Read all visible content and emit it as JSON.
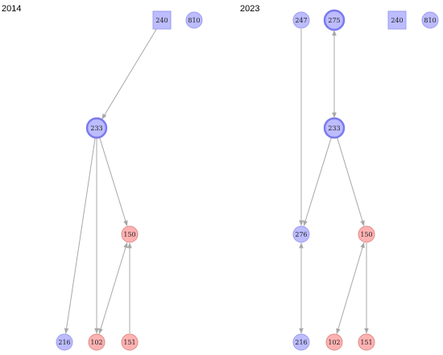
{
  "panels": [
    {
      "id": "panel-2014",
      "title": "2014",
      "nodes": [
        {
          "id": "240",
          "label": "240",
          "shape": "square",
          "color": "blue",
          "emphasis": false
        },
        {
          "id": "810",
          "label": "810",
          "shape": "circle",
          "color": "blue",
          "emphasis": false
        },
        {
          "id": "233",
          "label": "233",
          "shape": "circle",
          "color": "blue",
          "emphasis": true
        },
        {
          "id": "150",
          "label": "150",
          "shape": "circle",
          "color": "red",
          "emphasis": false
        },
        {
          "id": "216",
          "label": "216",
          "shape": "circle",
          "color": "blue",
          "emphasis": false
        },
        {
          "id": "102",
          "label": "102",
          "shape": "circle",
          "color": "red",
          "emphasis": false
        },
        {
          "id": "151",
          "label": "151",
          "shape": "circle",
          "color": "red",
          "emphasis": false
        }
      ],
      "edges": [
        {
          "from": "240",
          "to": "233",
          "arrowStart": false,
          "arrowEnd": true
        },
        {
          "from": "233",
          "to": "216",
          "arrowStart": false,
          "arrowEnd": true
        },
        {
          "from": "233",
          "to": "102",
          "arrowStart": false,
          "arrowEnd": true
        },
        {
          "from": "233",
          "to": "150",
          "arrowStart": false,
          "arrowEnd": true
        },
        {
          "from": "102",
          "to": "150",
          "arrowStart": true,
          "arrowEnd": true
        },
        {
          "from": "151",
          "to": "150",
          "arrowStart": false,
          "arrowEnd": true
        }
      ]
    },
    {
      "id": "panel-2023",
      "title": "2023",
      "nodes": [
        {
          "id": "247",
          "label": "247",
          "shape": "circle",
          "color": "blue",
          "emphasis": false
        },
        {
          "id": "275",
          "label": "275",
          "shape": "circle",
          "color": "blue",
          "emphasis": true
        },
        {
          "id": "240",
          "label": "240",
          "shape": "square",
          "color": "blue",
          "emphasis": false
        },
        {
          "id": "810",
          "label": "810",
          "shape": "circle",
          "color": "blue",
          "emphasis": false
        },
        {
          "id": "233",
          "label": "233",
          "shape": "circle",
          "color": "blue",
          "emphasis": true
        },
        {
          "id": "276",
          "label": "276",
          "shape": "circle",
          "color": "blue",
          "emphasis": false
        },
        {
          "id": "150",
          "label": "150",
          "shape": "circle",
          "color": "red",
          "emphasis": false
        },
        {
          "id": "216",
          "label": "216",
          "shape": "circle",
          "color": "blue",
          "emphasis": false
        },
        {
          "id": "102",
          "label": "102",
          "shape": "circle",
          "color": "red",
          "emphasis": false
        },
        {
          "id": "151",
          "label": "151",
          "shape": "circle",
          "color": "red",
          "emphasis": false
        }
      ],
      "edges": [
        {
          "from": "247",
          "to": "276",
          "arrowStart": false,
          "arrowEnd": true
        },
        {
          "from": "275",
          "to": "233",
          "arrowStart": true,
          "arrowEnd": true
        },
        {
          "from": "233",
          "to": "276",
          "arrowStart": false,
          "arrowEnd": true
        },
        {
          "from": "233",
          "to": "150",
          "arrowStart": false,
          "arrowEnd": true
        },
        {
          "from": "276",
          "to": "216",
          "arrowStart": true,
          "arrowEnd": true
        },
        {
          "from": "150",
          "to": "102",
          "arrowStart": true,
          "arrowEnd": true
        },
        {
          "from": "150",
          "to": "151",
          "arrowStart": false,
          "arrowEnd": true
        }
      ]
    }
  ],
  "colors": {
    "blue_fill": "#bcbcff",
    "blue_stroke": "#9c9cf0",
    "blue_emphasis_stroke": "#7a7af0",
    "red_fill": "#ffb2b2",
    "red_stroke": "#e08a8a",
    "edge": "#a8a8a8"
  }
}
